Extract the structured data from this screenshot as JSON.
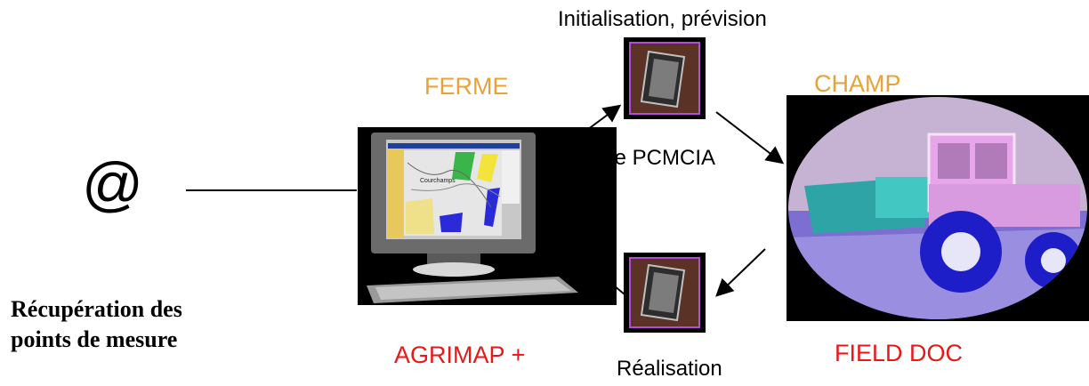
{
  "labels": {
    "at_symbol": "@",
    "ferme": "FERME",
    "champ": "CHAMP",
    "agrimap": "AGRIMAP +",
    "field_doc": "FIELD DOC",
    "initialisation": "Initialisation, prévision",
    "carte_pcmcia": "rte PCMCIA",
    "realisation": "Réalisation",
    "recuperation_line1": "Récupération des",
    "recuperation_line2": "points de mesure",
    "screen_title": "Courchamps"
  },
  "colors": {
    "ferme_champ": "#e8a23a",
    "agrimap_fielddoc": "#e81818"
  }
}
